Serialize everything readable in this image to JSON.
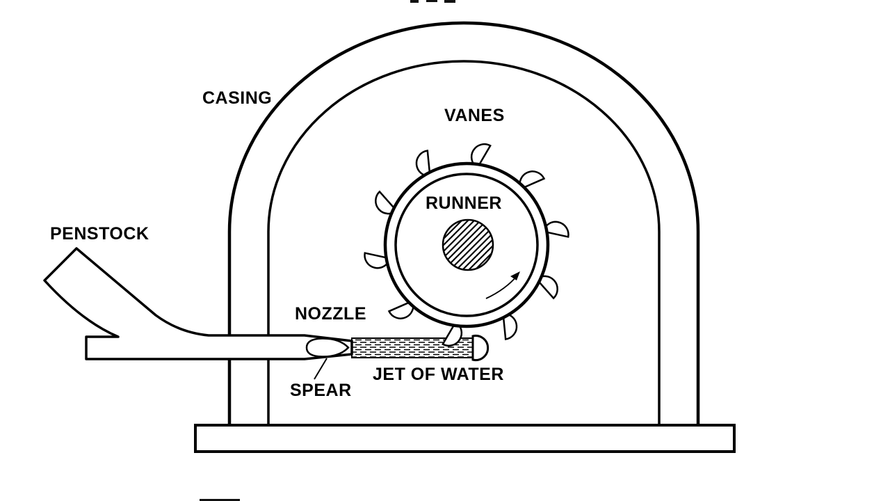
{
  "diagram": {
    "background": "#ffffff",
    "line_color": "#000000",
    "labels": {
      "casing": "CASING",
      "vanes": "VANES",
      "runner": "RUNNER",
      "penstock": "PENSTOCK",
      "nozzle": "NOZZLE",
      "spear": "SPEAR",
      "jet_of_water": "JET OF WATER"
    }
  }
}
